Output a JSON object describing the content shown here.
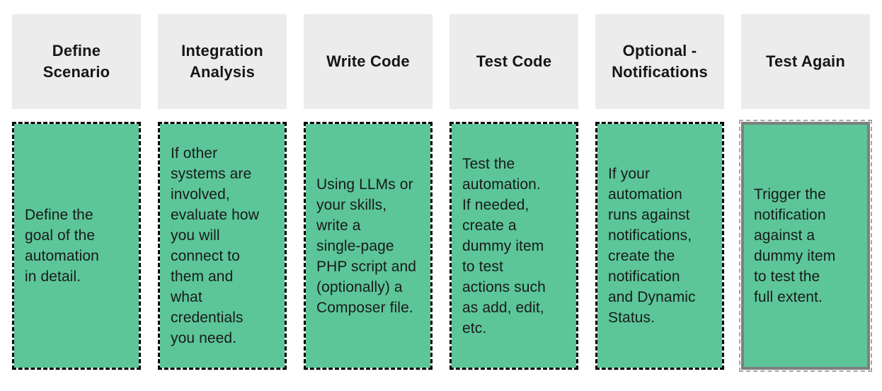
{
  "steps": [
    {
      "header": "Define\nScenario",
      "body": "Define the\ngoal of the\nautomation\nin detail.",
      "selected": false
    },
    {
      "header": "Integration\nAnalysis",
      "body": "If other\nsystems are\ninvolved,\nevaluate how\nyou will\nconnect to\nthem and\nwhat\ncredentials\nyou need.",
      "selected": false
    },
    {
      "header": "Write Code",
      "body": "Using LLMs or\nyour skills,\nwrite a\nsingle-page\nPHP script and\n(optionally) a\nComposer file.",
      "selected": false
    },
    {
      "header": "Test Code",
      "body": "Test the\nautomation.\nIf needed,\ncreate a\ndummy item\nto test\nactions such\nas add, edit,\netc.",
      "selected": false
    },
    {
      "header": "Optional -\nNotifications",
      "body": "If your\nautomation\nruns against\nnotifications,\ncreate the\nnotification\nand Dynamic\nStatus.",
      "selected": false
    },
    {
      "header": "Test Again",
      "body": "Trigger the\nnotification\nagainst a\ndummy item\nto test the\nfull extent.",
      "selected": true
    }
  ],
  "colors": {
    "green": "#5cc698",
    "header_bg": "#ececec",
    "ink": "#161616",
    "body_ink": "#1a1a1a",
    "dash": "#000000",
    "selected_border": "#7f7f7f",
    "selected_dash": "#a6a6a6",
    "page_bg": "#ffffff"
  }
}
